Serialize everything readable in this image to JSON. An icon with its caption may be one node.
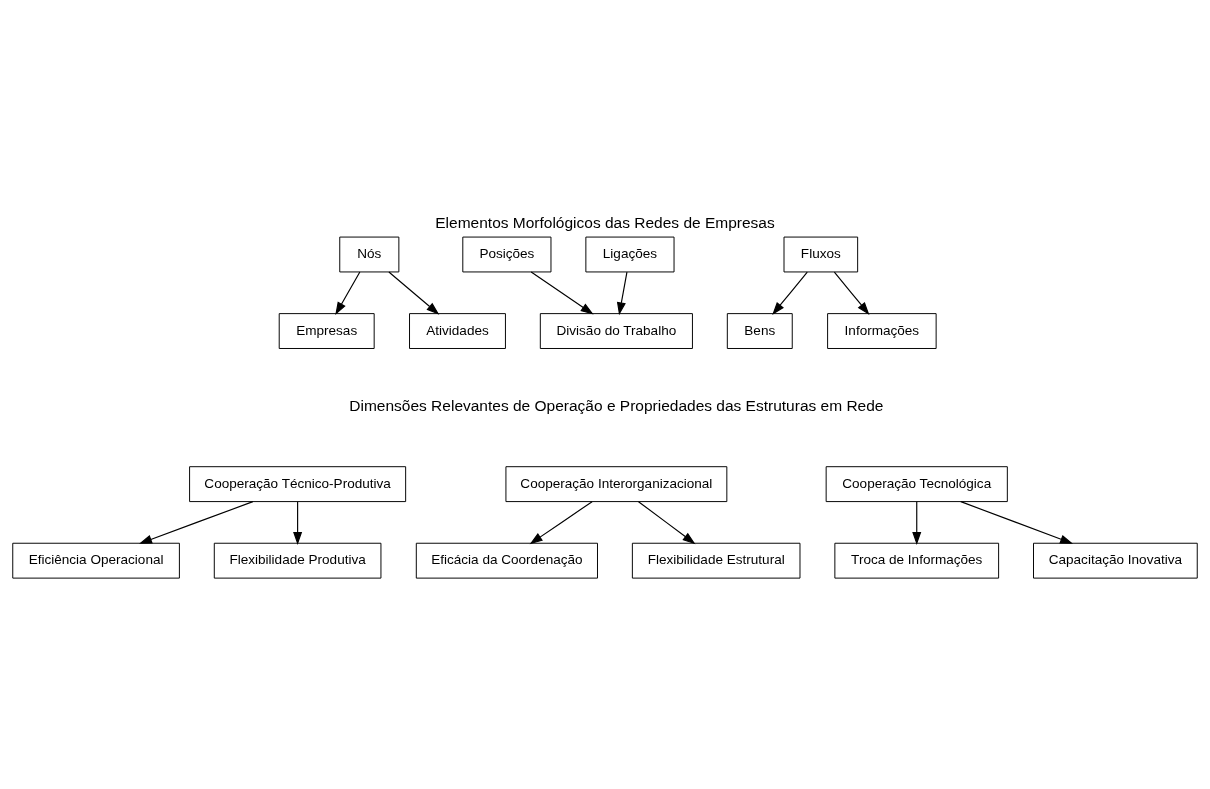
{
  "diagram": {
    "title": "Elementos Morfológicos das Redes de Empresas",
    "nodes": [
      {
        "text": [
          "Nós"
        ]
      },
      {
        "text": [
          "Empresas"
        ]
      },
      {
        "text": [
          "Atividades"
        ]
      },
      {
        "text": [
          "Posições"
        ]
      },
      {
        "text": [
          "Ligações"
        ]
      },
      {
        "text": [
          "Divisão do Trabalho"
        ]
      },
      {
        "text": [
          "Fluxos"
        ]
      },
      {
        "text": [
          "Bens"
        ]
      },
      {
        "text": [
          "Informações"
        ]
      },
      {
        "text": [
          "Cooperação Técnico-Produtiva"
        ]
      },
      {
        "text": [
          "Cooperação Interorganizacional"
        ]
      },
      {
        "text": [
          "Cooperação Tecnológica"
        ]
      },
      {
        "text": [
          "Eficiência Operacional"
        ]
      },
      {
        "text": [
          "Flexibilidade Produtiva"
        ]
      },
      {
        "text": [
          "Eficácia da Coordenação"
        ]
      },
      {
        "text": [
          "Flexibilidade Estrutural"
        ]
      },
      {
        "text": [
          "Troca de Informações"
        ]
      },
      {
        "text": [
          "Capacitação Inovativa"
        ]
      }
    ],
    "edges": [
      {
        "from": 0,
        "to": 1,
        "arrow": "to"
      },
      {
        "from": 0,
        "to": 2,
        "arrow": "to"
      },
      {
        "from": 3,
        "to": 5,
        "arrow": "to"
      },
      {
        "from": 4,
        "to": 5,
        "arrow": "to"
      },
      {
        "from": 6,
        "to": 7,
        "arrow": "to"
      },
      {
        "from": 6,
        "to": 8,
        "arrow": "to"
      },
      {
        "from": 9,
        "to": 12,
        "arrow": "to"
      },
      {
        "from": 9,
        "to": 13,
        "arrow": "to"
      },
      {
        "from": 10,
        "to": 14,
        "arrow": "to"
      },
      {
        "from": 10,
        "to": 15,
        "arrow": "to"
      },
      {
        "from": 11,
        "to": 16,
        "arrow": "to"
      },
      {
        "from": 11,
        "to": 17,
        "arrow": "to"
      }
    ],
    "labels": [
      "Dimensões Relevantes de Operação e Propriedades das Estruturas em Rede"
    ]
  }
}
